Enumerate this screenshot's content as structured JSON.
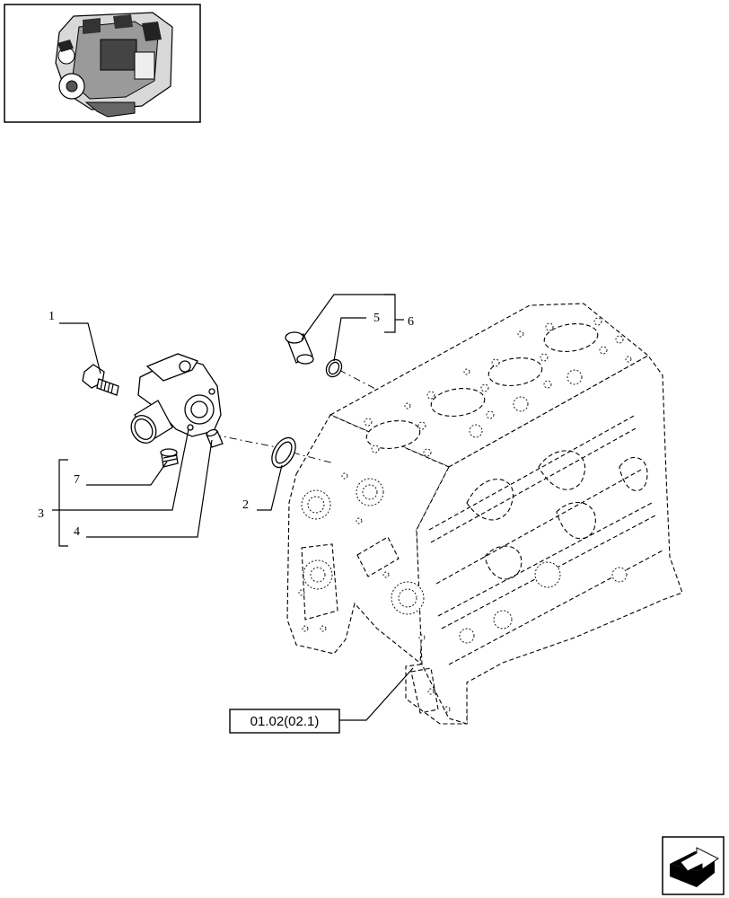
{
  "callouts": [
    {
      "id": "c1",
      "text": "1"
    },
    {
      "id": "c2",
      "text": "2"
    },
    {
      "id": "c3",
      "text": "3"
    },
    {
      "id": "c4",
      "text": "4"
    },
    {
      "id": "c5",
      "text": "5"
    },
    {
      "id": "c6",
      "text": "6"
    },
    {
      "id": "c7",
      "text": "7"
    }
  ],
  "reference": {
    "text": "01.02(02.1)"
  },
  "icons": {
    "thumbnail": "engine-thumbnail-icon",
    "nav": "next-page-arrow-icon"
  }
}
